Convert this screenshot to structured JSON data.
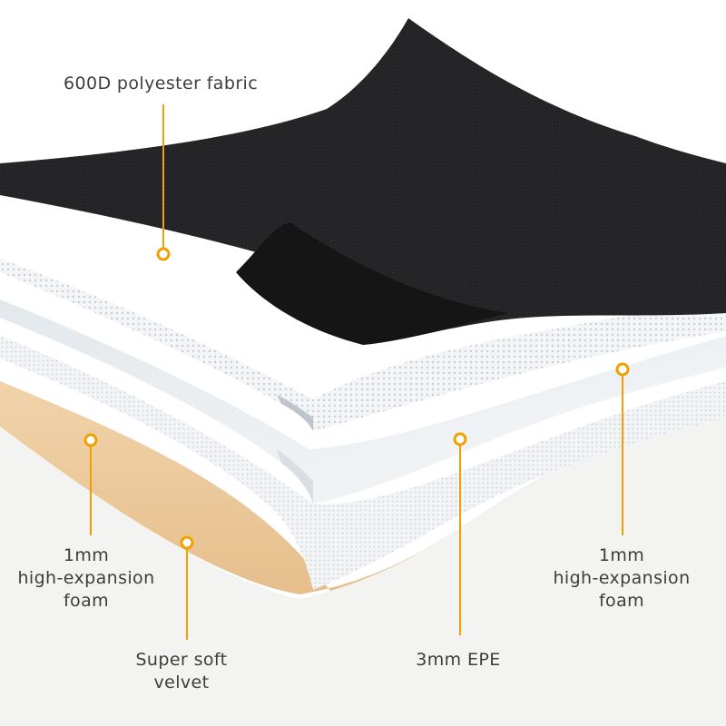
{
  "accent_color": "#F0A000",
  "layers": [
    {
      "id": "fabric",
      "lines": [
        "600D polyester fabric"
      ],
      "color": "#1e1e20"
    },
    {
      "id": "foam-top",
      "lines": [
        "1mm",
        "high-expansion",
        "foam"
      ],
      "color": "#eef0f2"
    },
    {
      "id": "epe",
      "lines": [
        "3mm EPE"
      ],
      "color": "#f1f3f5"
    },
    {
      "id": "foam-bottom",
      "lines": [
        "1mm",
        "high-expansion",
        "foam"
      ],
      "color": "#e9edf0"
    },
    {
      "id": "velvet",
      "lines": [
        "Super soft",
        "velvet"
      ],
      "color": "#e8c598"
    }
  ]
}
